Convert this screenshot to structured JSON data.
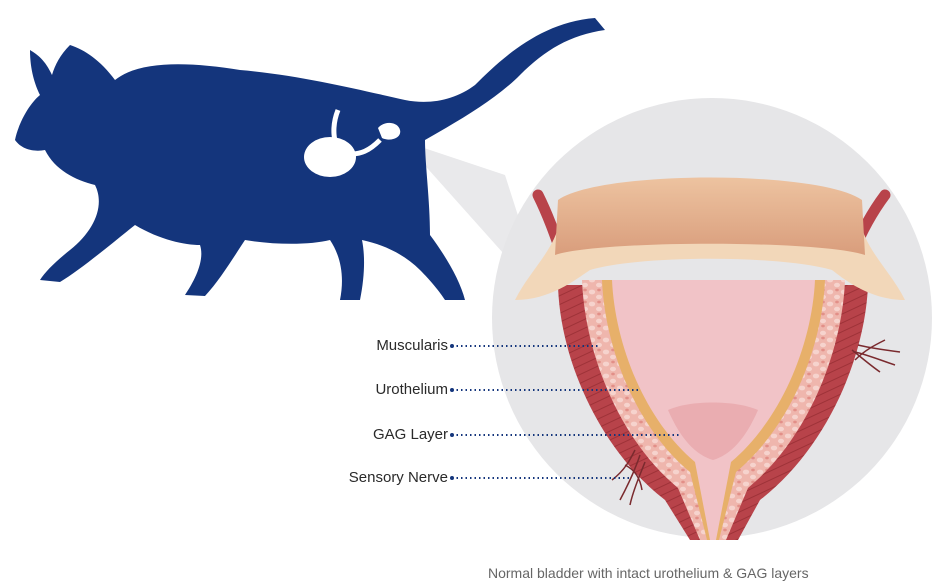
{
  "labels": {
    "muscularis": "Muscularis",
    "urothelium": "Urothelium",
    "gag_layer": "GAG Layer",
    "sensory_nerve": "Sensory Nerve"
  },
  "caption": "Normal bladder with intact urothelium & GAG layers",
  "colors": {
    "cat": "#14357c",
    "magnifier_circle": "#e6e6e8",
    "muscle": "#b8434a",
    "cell_layer": "#eaa9a2",
    "urothelium": "#e7b06a",
    "lumen": "#f1c3c7",
    "cap": "#e3b08a",
    "leader": "#14357c"
  }
}
